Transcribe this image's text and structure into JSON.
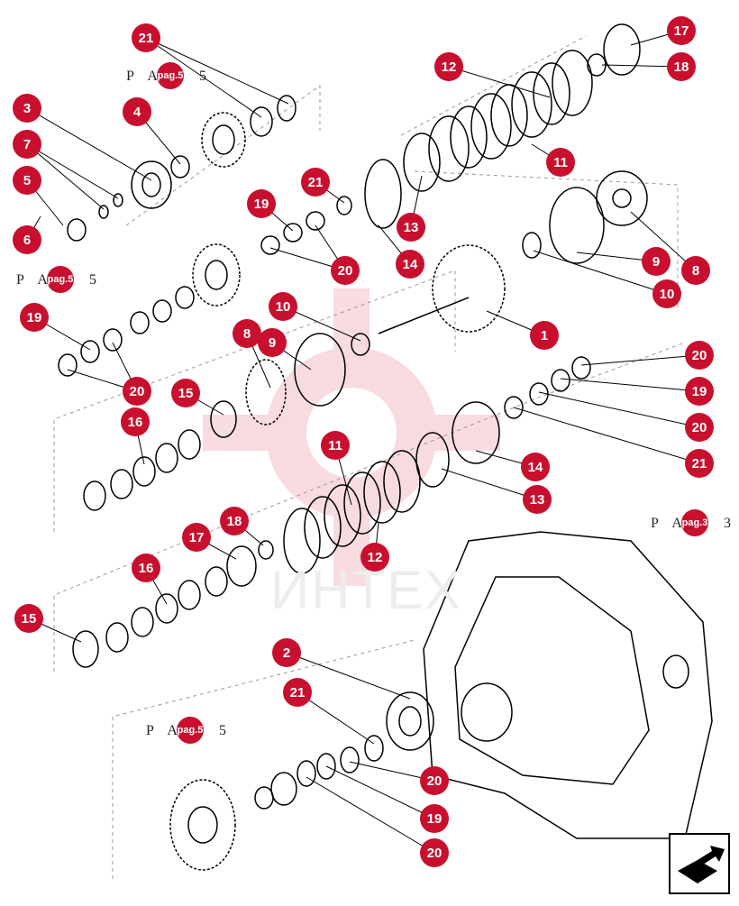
{
  "diagram": {
    "watermark": "ИНТЕХ",
    "references": [
      {
        "id": "ref-top-left",
        "text": "P A",
        "pag": "pag.5",
        "num": "5"
      },
      {
        "id": "ref-mid-left",
        "text": "P A",
        "pag": "pag.5",
        "num": "5"
      },
      {
        "id": "ref-housing",
        "text": "P A",
        "pag": "pag.3",
        "num": "3"
      },
      {
        "id": "ref-bottom",
        "text": "P A",
        "pag": "pag.5",
        "num": "5"
      }
    ],
    "callouts": [
      {
        "id": "c21a",
        "label": "21"
      },
      {
        "id": "c3",
        "label": "3"
      },
      {
        "id": "c4",
        "label": "4"
      },
      {
        "id": "c7",
        "label": "7"
      },
      {
        "id": "c5",
        "label": "5"
      },
      {
        "id": "c6",
        "label": "6"
      },
      {
        "id": "c21b",
        "label": "21"
      },
      {
        "id": "c19a",
        "label": "19"
      },
      {
        "id": "c20a",
        "label": "20"
      },
      {
        "id": "c12a",
        "label": "12"
      },
      {
        "id": "c11a",
        "label": "11"
      },
      {
        "id": "c13a",
        "label": "13"
      },
      {
        "id": "c14a",
        "label": "14"
      },
      {
        "id": "c17a",
        "label": "17"
      },
      {
        "id": "c18a",
        "label": "18"
      },
      {
        "id": "c9a",
        "label": "9"
      },
      {
        "id": "c8a",
        "label": "8"
      },
      {
        "id": "c10a",
        "label": "10"
      },
      {
        "id": "c1",
        "label": "1"
      },
      {
        "id": "c10b",
        "label": "10"
      },
      {
        "id": "c8b",
        "label": "8"
      },
      {
        "id": "c9b",
        "label": "9"
      },
      {
        "id": "c19b",
        "label": "19"
      },
      {
        "id": "c20b",
        "label": "20"
      },
      {
        "id": "c15a",
        "label": "15"
      },
      {
        "id": "c16a",
        "label": "16"
      },
      {
        "id": "c20c",
        "label": "20"
      },
      {
        "id": "c19c",
        "label": "19"
      },
      {
        "id": "c20d",
        "label": "20"
      },
      {
        "id": "c21c",
        "label": "21"
      },
      {
        "id": "c11b",
        "label": "11"
      },
      {
        "id": "c14b",
        "label": "14"
      },
      {
        "id": "c13b",
        "label": "13"
      },
      {
        "id": "c18b",
        "label": "18"
      },
      {
        "id": "c17b",
        "label": "17"
      },
      {
        "id": "c12b",
        "label": "12"
      },
      {
        "id": "c16b",
        "label": "16"
      },
      {
        "id": "c15b",
        "label": "15"
      },
      {
        "id": "c2",
        "label": "2"
      },
      {
        "id": "c21d",
        "label": "21"
      },
      {
        "id": "c20e",
        "label": "20"
      },
      {
        "id": "c19d",
        "label": "19"
      },
      {
        "id": "c20f",
        "label": "20"
      }
    ]
  },
  "colors": {
    "callout": "#c8102e",
    "line": "#000000",
    "watermark": "#f3c6cc"
  }
}
